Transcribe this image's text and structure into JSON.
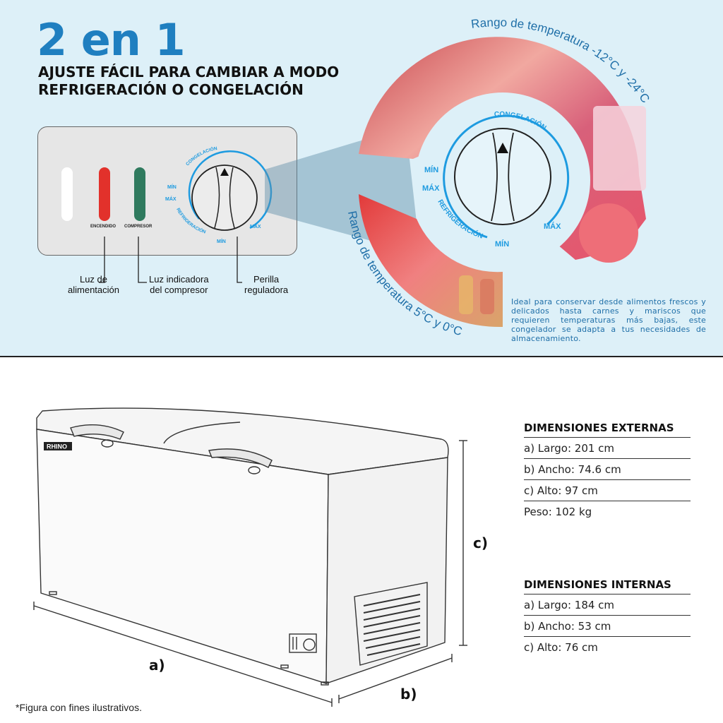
{
  "hero": {
    "title": "2 en 1",
    "subtitle_line1": "AJUSTE FÁCIL PARA CAMBIAR A MODO",
    "subtitle_line2": "REFRIGERACIÓN O CONGELACIÓN"
  },
  "control_panel": {
    "light_labels": [
      "ENCENDIDO",
      "COMPRESOR"
    ],
    "dial_labels": {
      "congelacion": "CONGELACIÓN",
      "refrigeracion": "REFRIGERACIÓN",
      "min": "MÍN",
      "max": "MÁX"
    }
  },
  "callouts": {
    "power_light_1": "Luz de",
    "power_light_2": "alimentación",
    "compressor_light_1": "Luz indicadora",
    "compressor_light_2": "del compresor",
    "knob_1": "Perilla",
    "knob_2": "reguladora"
  },
  "ranges": {
    "freezer": "Rango de temperatura -12°C y -24°C",
    "fridge": "Rango de temperatura 5°C y 0°C"
  },
  "description": "Ideal para conservar desde alimentos frescos y delicados hasta carnes y mariscos que requieren temperaturas más bajas, este congelador se adapta a tus necesidades de almacenamiento.",
  "product": {
    "brand": "RHINO",
    "dimension_labels": {
      "a": "a)",
      "b": "b)",
      "c": "c)"
    }
  },
  "specs": {
    "external_title": "DIMENSIONES EXTERNAS",
    "external": [
      "a) Largo: 201 cm",
      "b) Ancho: 74.6 cm",
      "c) Alto: 97 cm",
      "Peso: 102 kg"
    ],
    "internal_title": "DIMENSIONES INTERNAS",
    "internal": [
      "a) Largo: 184 cm",
      "b) Ancho: 53 cm",
      "c) Alto: 76 cm"
    ]
  },
  "footnote": "*Figura con fines ilustrativos.",
  "colors": {
    "accent": "#1f7fc0",
    "dial_blue": "#1e9be0",
    "background": "#ddf0f8"
  }
}
